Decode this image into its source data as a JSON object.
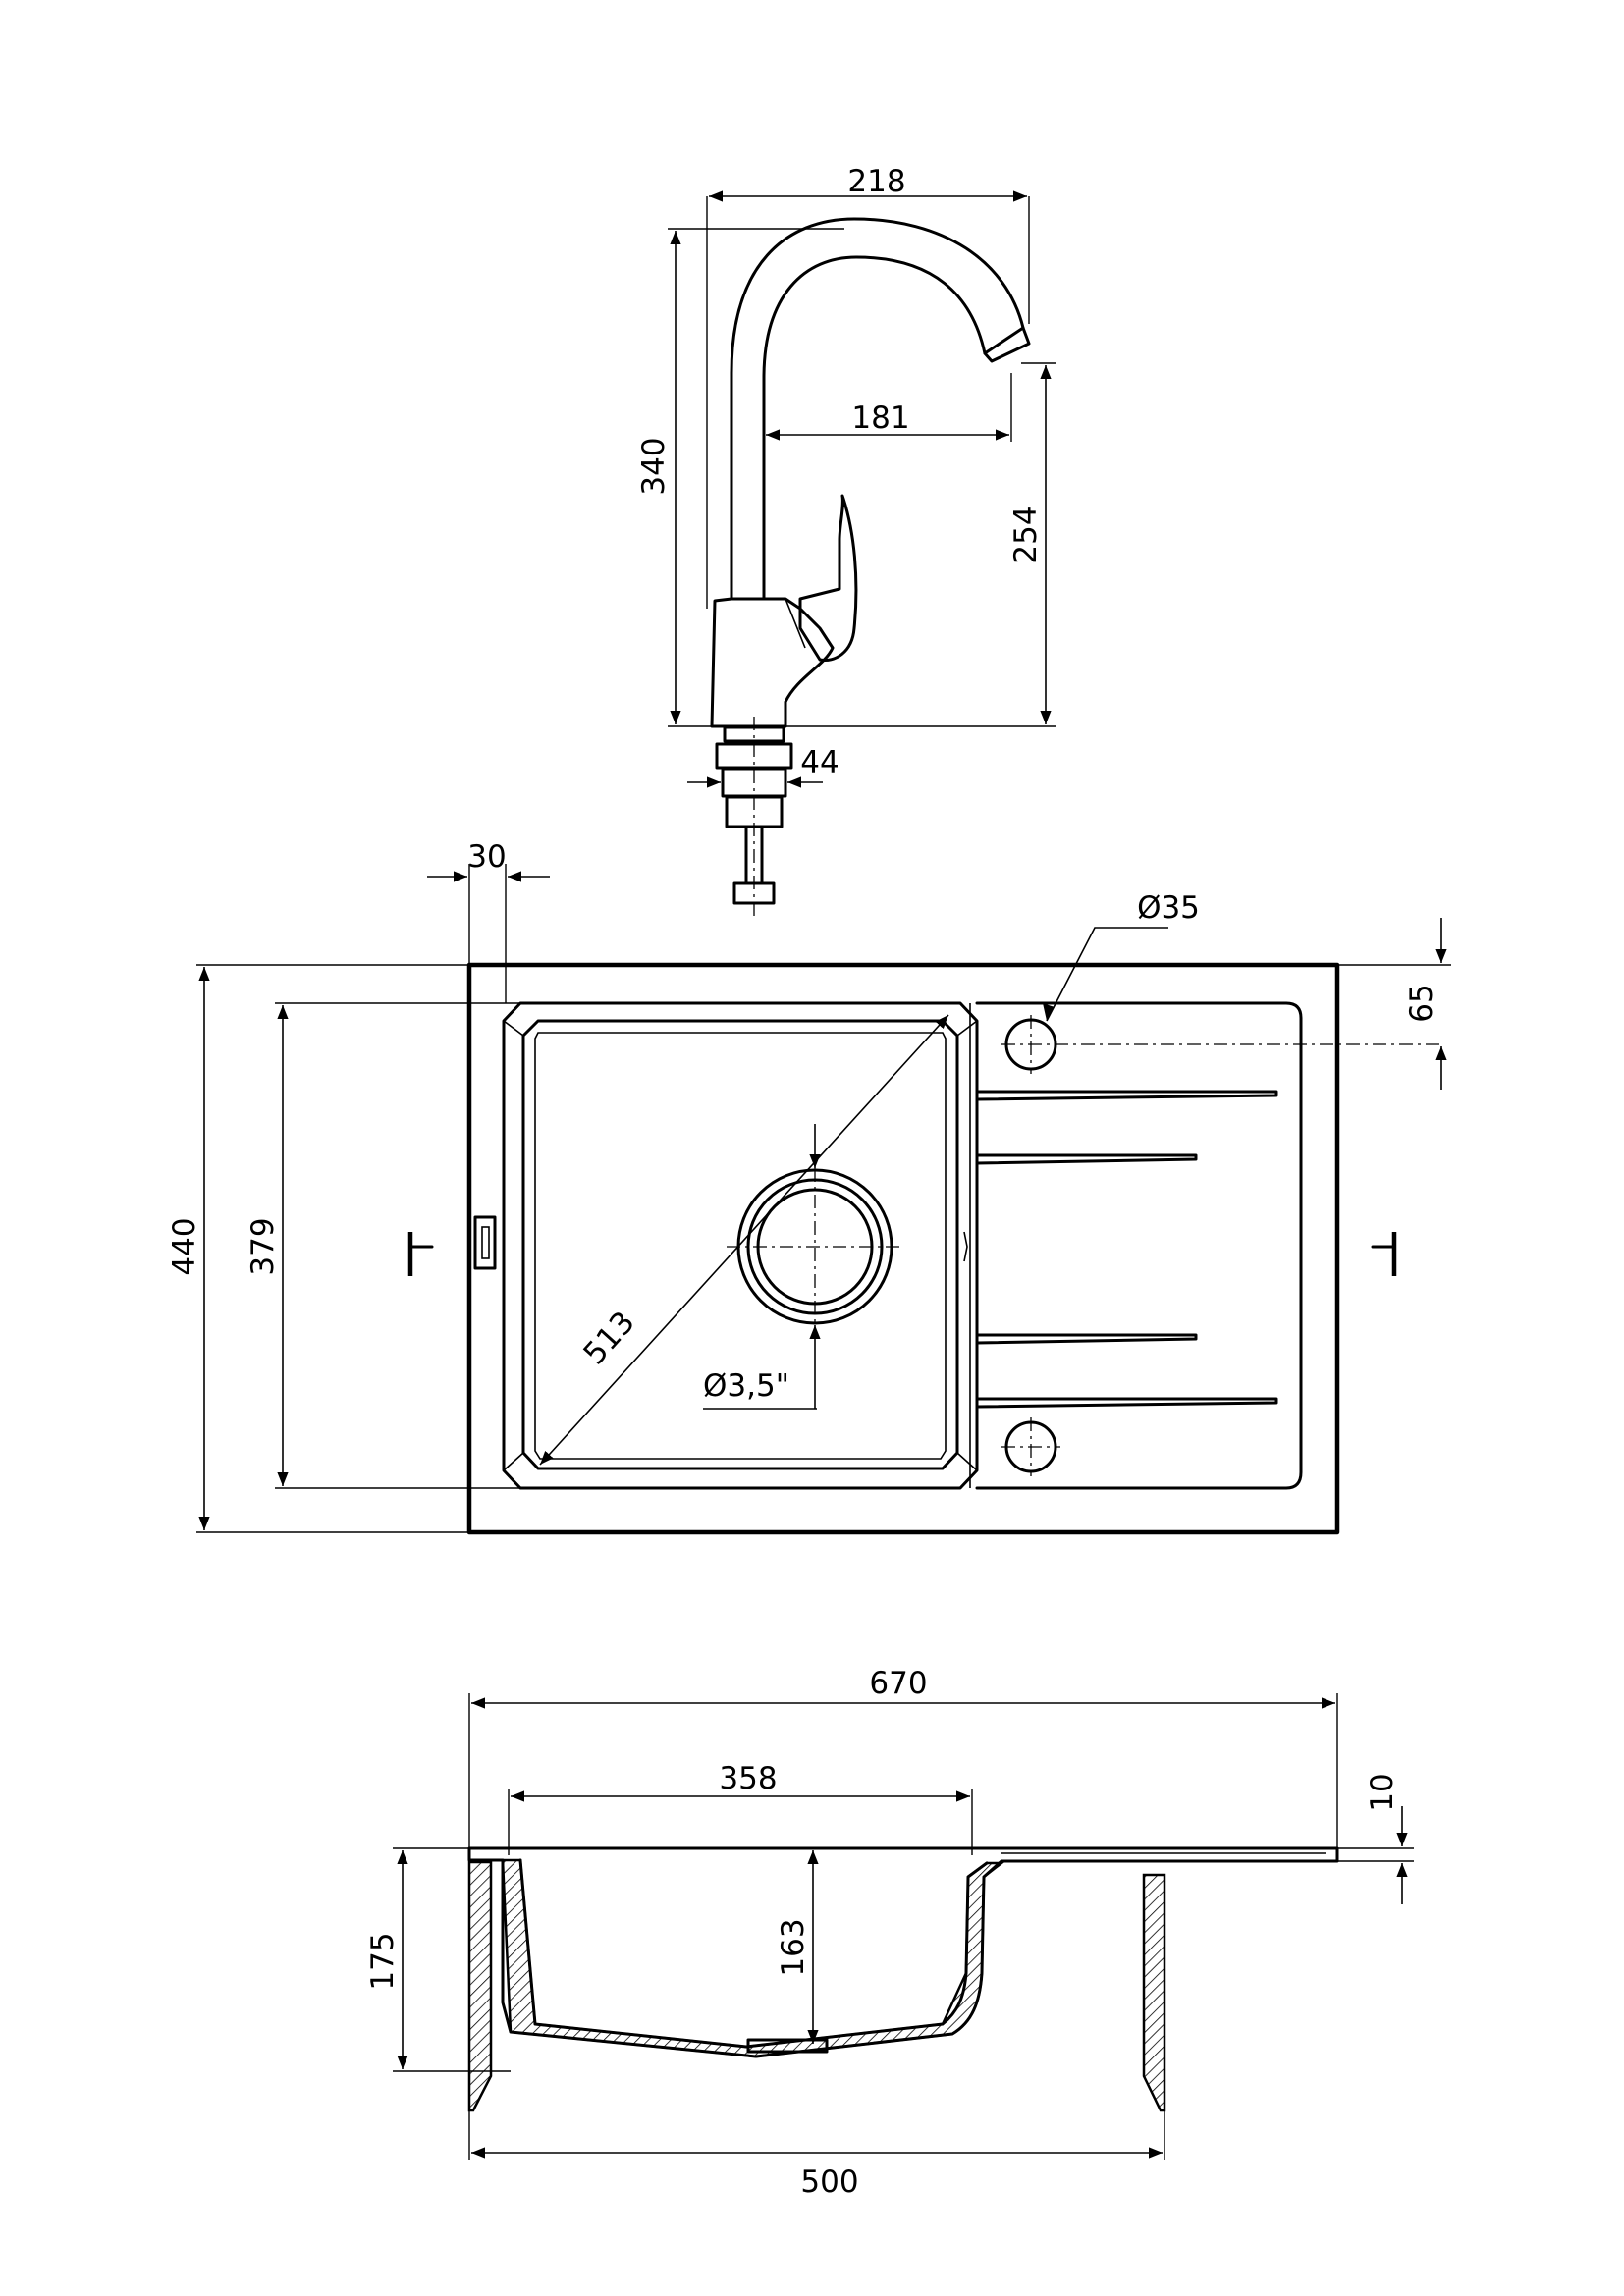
{
  "faucet": {
    "width": "218",
    "height": "340",
    "reach": "181",
    "spout_height": "254",
    "thread": "44"
  },
  "top_view": {
    "rim": "30",
    "depth": "440",
    "bowl_depth": "379",
    "diagonal": "513",
    "tap_hole": "Ø35",
    "tap_hole_offset": "65",
    "drain": "Ø3,5\""
  },
  "side_view": {
    "length": "670",
    "bowl_width": "358",
    "rim_thickness": "10",
    "total_height": "175",
    "bowl_height": "163",
    "cabinet": "500"
  }
}
